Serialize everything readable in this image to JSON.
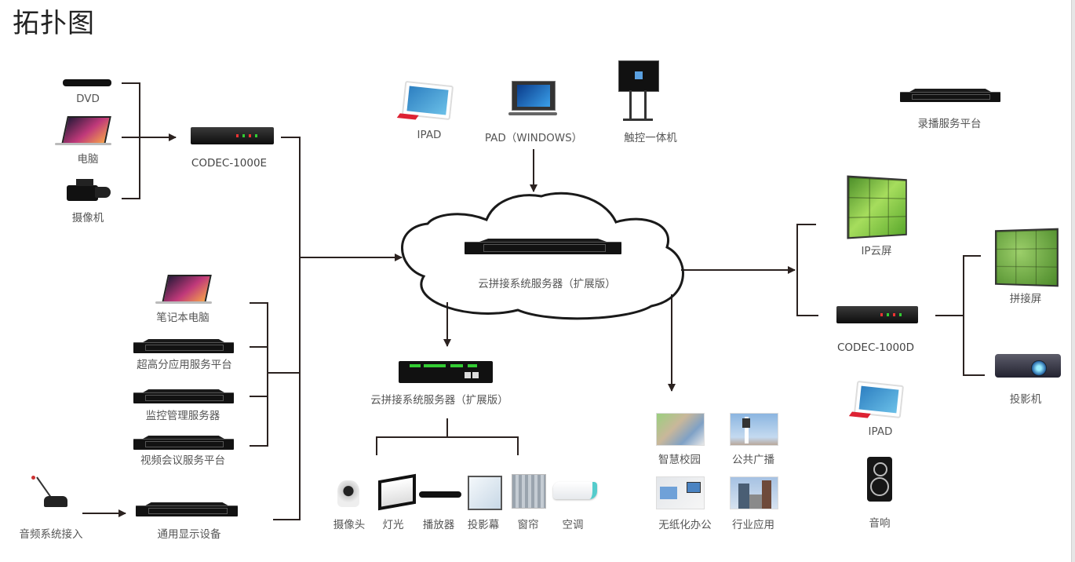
{
  "title": "拓扑图",
  "inputs_group_a": [
    {
      "label": "DVD",
      "icon": "dvd-player-icon"
    },
    {
      "label": "电脑",
      "icon": "laptop-icon"
    },
    {
      "label": "摄像机",
      "icon": "video-camera-icon"
    }
  ],
  "encoder": {
    "label": "CODEC-1000E",
    "icon": "codec-encoder-icon"
  },
  "inputs_group_b": [
    {
      "label": "笔记本电脑",
      "icon": "laptop-icon"
    },
    {
      "label": "超高分应用服务平台",
      "icon": "rack-server-icon"
    },
    {
      "label": "监控管理服务器",
      "icon": "rack-server-icon"
    },
    {
      "label": "视频会议服务平台",
      "icon": "rack-server-icon"
    }
  ],
  "audio": {
    "source_label": "音频系统接入",
    "source_icon": "microphone-icon",
    "device_label": "通用显示设备",
    "device_icon": "rack-server-icon"
  },
  "controllers": [
    {
      "label": "IPAD",
      "icon": "tablet-icon"
    },
    {
      "label": "PAD（WINDOWS）",
      "icon": "windows-tablet-icon"
    },
    {
      "label": "触控一体机",
      "icon": "touch-display-icon"
    }
  ],
  "cloud_server": {
    "label": "云拼接系统服务器（扩展版）",
    "icon": "rack-server-icon"
  },
  "control_server": {
    "label": "云拼接系统服务器（扩展版）",
    "icon": "control-box-icon"
  },
  "controlled_devices": [
    {
      "label": "摄像头",
      "icon": "ptz-camera-icon"
    },
    {
      "label": "灯光",
      "icon": "light-icon"
    },
    {
      "label": "播放器",
      "icon": "player-icon"
    },
    {
      "label": "投影幕",
      "icon": "projection-screen-icon"
    },
    {
      "label": "窗帘",
      "icon": "curtain-icon"
    },
    {
      "label": "空调",
      "icon": "air-conditioner-icon"
    }
  ],
  "applications": [
    {
      "label": "智慧校园",
      "icon": "smart-campus-image"
    },
    {
      "label": "公共广播",
      "icon": "public-broadcast-image"
    },
    {
      "label": "无纸化办公",
      "icon": "paperless-office-image"
    },
    {
      "label": "行业应用",
      "icon": "industry-application-image"
    }
  ],
  "recording": {
    "label": "录播服务平台",
    "icon": "rack-server-icon"
  },
  "outputs": {
    "ip_screen": {
      "label": "IP云屏",
      "icon": "video-wall-icon"
    },
    "decoder": {
      "label": "CODEC-1000D",
      "icon": "codec-decoder-icon"
    },
    "splice_screen": {
      "label": "拼接屏",
      "icon": "video-wall-icon"
    },
    "projector": {
      "label": "投影机",
      "icon": "projector-icon"
    },
    "ipad": {
      "label": "IPAD",
      "icon": "tablet-icon"
    },
    "speaker": {
      "label": "音响",
      "icon": "speaker-icon"
    }
  },
  "colors": {
    "line": "#2b2220",
    "label": "#555555",
    "title": "#222222"
  }
}
